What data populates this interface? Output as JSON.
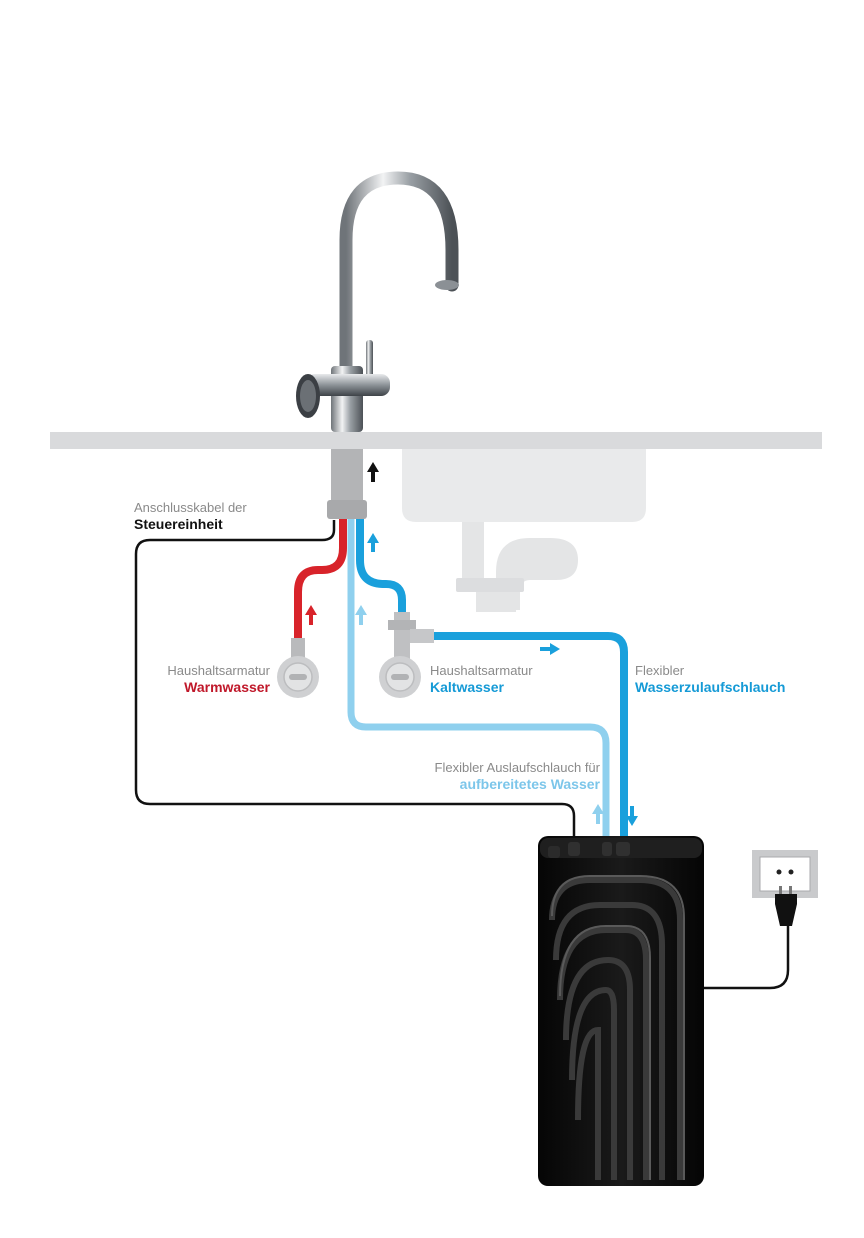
{
  "labels": {
    "control_cable": {
      "line1": "Anschlusskabel der",
      "line2": "Steuereinheit"
    },
    "hot_valve": {
      "line1": "Haushaltsarmatur",
      "line2": "Warmwasser"
    },
    "cold_valve": {
      "line1": "Haushaltsarmatur",
      "line2": "Kaltwasser"
    },
    "supply_hose": {
      "line1": "Flexibler",
      "line2": "Wasserzulaufschlauch"
    },
    "outlet_hose": {
      "line1": "Flexibler Auslaufschlauch für",
      "line2": "aufbereitetes Wasser"
    }
  },
  "colors": {
    "hot": "#d8232a",
    "cold": "#1aa0dc",
    "treated": "#8fd0ee",
    "cable": "#111111",
    "label_hot": "#c0182a",
    "label_cold": "#159ad6",
    "label_treated": "#7cc6ea",
    "countertop": "#d9dadc",
    "sink": "#e9eaeb"
  },
  "icons": [
    "faucet-icon",
    "angle-valve-icon",
    "power-socket-icon",
    "plug-icon",
    "flow-arrow-icon"
  ]
}
